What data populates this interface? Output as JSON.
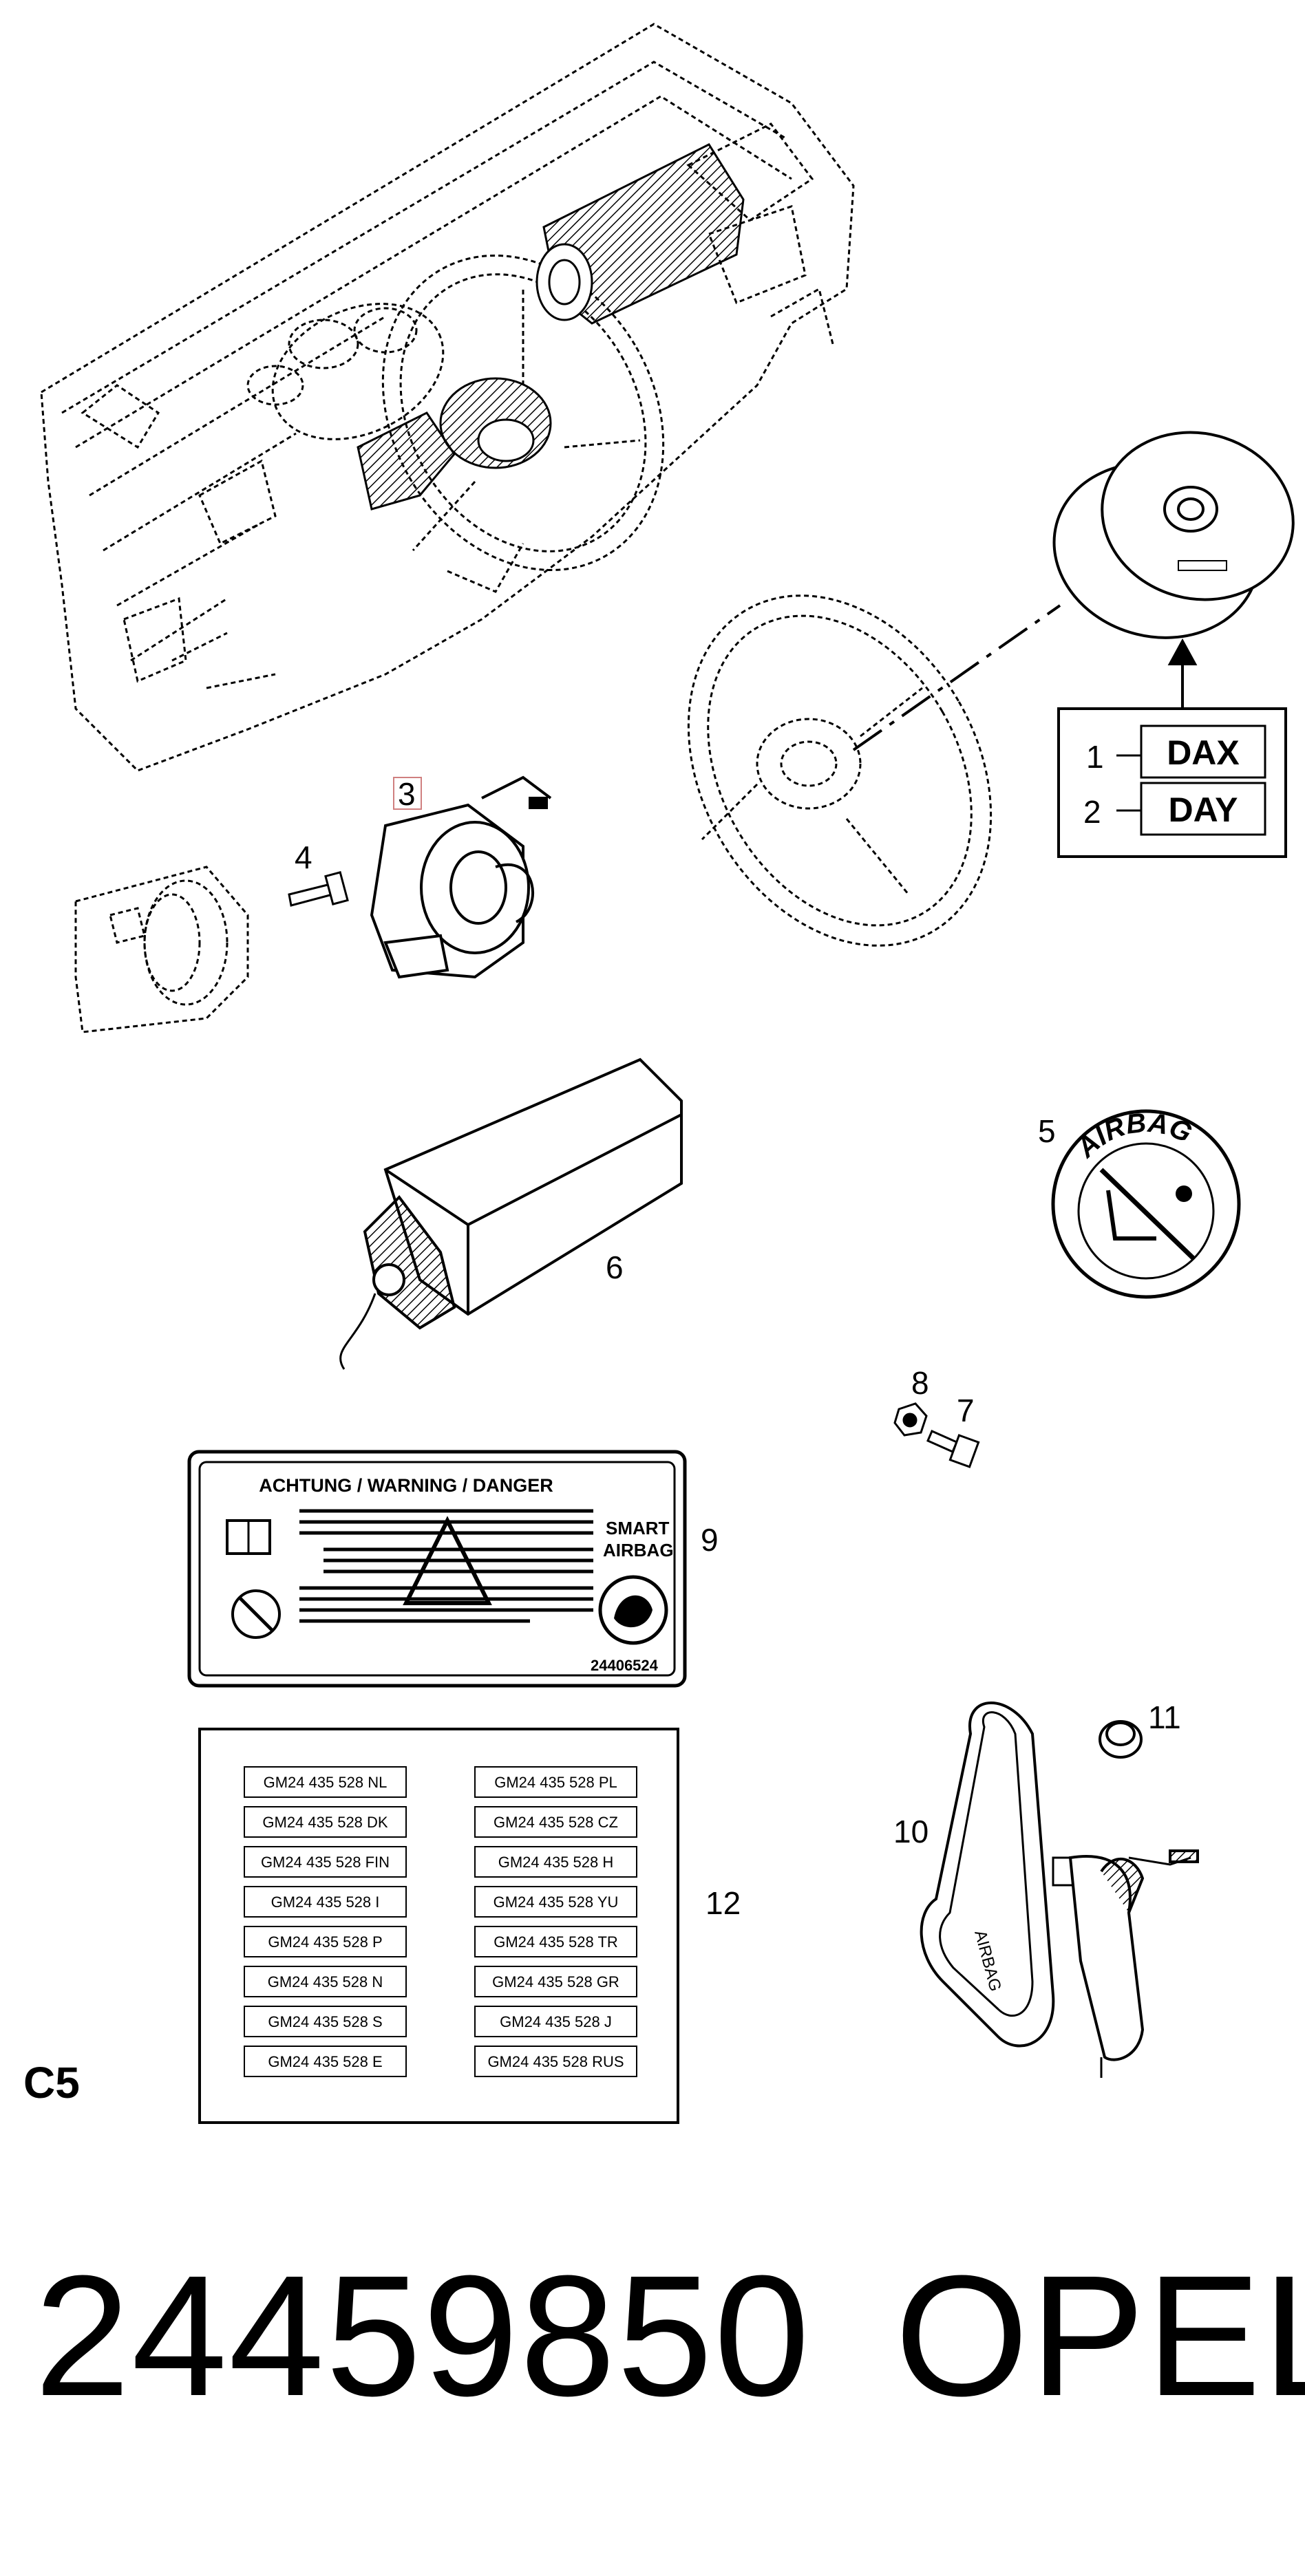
{
  "callouts": {
    "c1": "1",
    "c2": "2",
    "c3": "3",
    "c4": "4",
    "c5": "5",
    "c6": "6",
    "c7": "7",
    "c8": "8",
    "c9": "9",
    "c10": "10",
    "c11": "11",
    "c12": "12"
  },
  "variant_labels": {
    "dax": "DAX",
    "day": "DAY"
  },
  "warning_label": {
    "heading": "ACHTUNG / WARNING / DANGER",
    "smart": "SMART",
    "airbag": "AIRBAG",
    "code": "24406524"
  },
  "airbag_badge": {
    "text": "AIRBAG"
  },
  "module10": {
    "text": "AIRBAG"
  },
  "part_table": {
    "left": [
      "GM24 435 528 NL",
      "GM24 435 528 DK",
      "GM24 435 528 FIN",
      "GM24 435 528 I",
      "GM24 435 528 P",
      "GM24 435 528 N",
      "GM24 435 528 S",
      "GM24 435 528 E"
    ],
    "right": [
      "GM24 435 528 PL",
      "GM24 435 528 CZ",
      "GM24 435 528 H",
      "GM24 435 528 YU",
      "GM24 435 528 TR",
      "GM24 435 528 GR",
      "GM24 435 528 J",
      "GM24 435 528 RUS"
    ]
  },
  "page_code": "C5",
  "footer": {
    "part_number": "24459850",
    "brand": "OPEL"
  }
}
